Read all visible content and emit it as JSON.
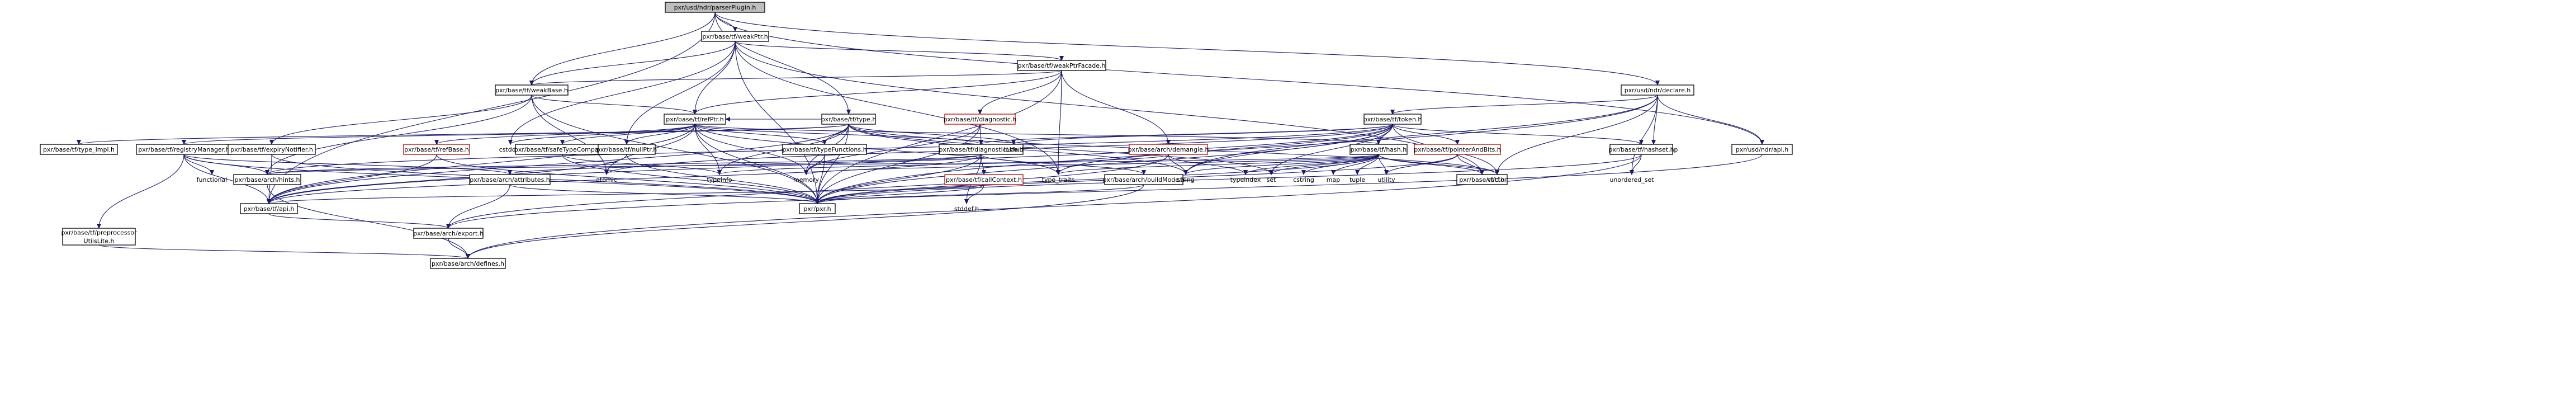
{
  "diagram": {
    "colors": {
      "edge": "#191970",
      "root_fill": "#bfbfbf",
      "border": "#000000",
      "truncated_border": "#c00000"
    },
    "nodes": [
      {
        "id": "parserPlugin",
        "label": [
          "pxr/usd/ndr/parserPlugin.h"
        ],
        "style": "root"
      },
      {
        "id": "weakPtr",
        "label": [
          "pxr/base/tf/weakPtr.h"
        ],
        "style": "box"
      },
      {
        "id": "weakPtrFacade",
        "label": [
          "pxr/base/tf/weakPtrFacade.h"
        ],
        "style": "box"
      },
      {
        "id": "weakBase",
        "label": [
          "pxr/base/tf/weakBase.h"
        ],
        "style": "box"
      },
      {
        "id": "ndrDeclare",
        "label": [
          "pxr/usd/ndr/declare.h"
        ],
        "style": "box"
      },
      {
        "id": "refPtr",
        "label": [
          "pxr/base/tf/refPtr.h"
        ],
        "style": "box"
      },
      {
        "id": "tfType",
        "label": [
          "pxr/base/tf/type.h"
        ],
        "style": "box"
      },
      {
        "id": "tfDiagnostic",
        "label": [
          "pxr/base/tf/diagnostic.h"
        ],
        "style": "red"
      },
      {
        "id": "tfToken",
        "label": [
          "pxr/base/tf/token.h"
        ],
        "style": "box"
      },
      {
        "id": "ndrApi",
        "label": [
          "pxr/usd/ndr/api.h"
        ],
        "style": "box"
      },
      {
        "id": "unordered_map",
        "label": [
          "unordered_map"
        ],
        "style": "plain"
      },
      {
        "id": "typeImpl",
        "label": [
          "pxr/base/tf/type_Impl.h"
        ],
        "style": "box"
      },
      {
        "id": "registryManager",
        "label": [
          "pxr/base/tf/registryManager.h"
        ],
        "style": "box"
      },
      {
        "id": "expiryNotifier",
        "label": [
          "pxr/base/tf/expiryNotifier.h"
        ],
        "style": "box"
      },
      {
        "id": "cstddef",
        "label": [
          "cstddef"
        ],
        "style": "plain"
      },
      {
        "id": "refBase",
        "label": [
          "pxr/base/tf/refBase.h"
        ],
        "style": "red"
      },
      {
        "id": "safeTypeCompare",
        "label": [
          "pxr/base/tf/safeTypeCompare.h"
        ],
        "style": "box"
      },
      {
        "id": "nullPtr",
        "label": [
          "pxr/base/tf/nullPtr.h"
        ],
        "style": "box"
      },
      {
        "id": "typeFunctions",
        "label": [
          "pxr/base/tf/typeFunctions.h"
        ],
        "style": "box"
      },
      {
        "id": "diagnosticLite",
        "label": [
          "pxr/base/tf/diagnosticLite.h"
        ],
        "style": "box"
      },
      {
        "id": "iosfwd",
        "label": [
          "iosfwd"
        ],
        "style": "plain"
      },
      {
        "id": "archDemangle",
        "label": [
          "pxr/base/arch/demangle.h"
        ],
        "style": "red"
      },
      {
        "id": "tfHash",
        "label": [
          "pxr/base/tf/hash.h"
        ],
        "style": "box"
      },
      {
        "id": "pointerAndBits",
        "label": [
          "pxr/base/tf/pointerAndBits.h"
        ],
        "style": "red"
      },
      {
        "id": "hashset",
        "label": [
          "pxr/base/tf/hashset.h"
        ],
        "style": "box"
      },
      {
        "id": "functional",
        "label": [
          "functional"
        ],
        "style": "plain"
      },
      {
        "id": "archHints",
        "label": [
          "pxr/base/arch/hints.h"
        ],
        "style": "box"
      },
      {
        "id": "archAttributes",
        "label": [
          "pxr/base/arch/attributes.h"
        ],
        "style": "box"
      },
      {
        "id": "atomic",
        "label": [
          "atomic"
        ],
        "style": "plain"
      },
      {
        "id": "typeinfo",
        "label": [
          "typeinfo"
        ],
        "style": "plain"
      },
      {
        "id": "memory",
        "label": [
          "memory"
        ],
        "style": "plain"
      },
      {
        "id": "callContext",
        "label": [
          "pxr/base/tf/callContext.h"
        ],
        "style": "red"
      },
      {
        "id": "type_traits",
        "label": [
          "type_traits"
        ],
        "style": "plain"
      },
      {
        "id": "buildMode",
        "label": [
          "pxr/base/arch/buildMode.h"
        ],
        "style": "box"
      },
      {
        "id": "string",
        "label": [
          "string"
        ],
        "style": "plain"
      },
      {
        "id": "typeindex",
        "label": [
          "typeindex"
        ],
        "style": "plain"
      },
      {
        "id": "set",
        "label": [
          "set"
        ],
        "style": "plain"
      },
      {
        "id": "cstring",
        "label": [
          "cstring"
        ],
        "style": "plain"
      },
      {
        "id": "map",
        "label": [
          "map"
        ],
        "style": "plain"
      },
      {
        "id": "tuple",
        "label": [
          "tuple"
        ],
        "style": "plain"
      },
      {
        "id": "utility",
        "label": [
          "utility"
        ],
        "style": "plain"
      },
      {
        "id": "tfTf",
        "label": [
          "pxr/base/tf/tf.h"
        ],
        "style": "box"
      },
      {
        "id": "vector",
        "label": [
          "vector"
        ],
        "style": "plain"
      },
      {
        "id": "unordered_set",
        "label": [
          "unordered_set"
        ],
        "style": "plain"
      },
      {
        "id": "tfApi",
        "label": [
          "pxr/base/tf/api.h"
        ],
        "style": "box"
      },
      {
        "id": "pxrH",
        "label": [
          "pxr/pxr.h"
        ],
        "style": "box"
      },
      {
        "id": "stddef",
        "label": [
          "stddef.h"
        ],
        "style": "plain"
      },
      {
        "id": "preprocessorUtilsLite",
        "label": [
          "pxr/base/tf/preprocessor",
          "UtilsLite.h"
        ],
        "style": "box"
      },
      {
        "id": "archExport",
        "label": [
          "pxr/base/arch/export.h"
        ],
        "style": "box"
      },
      {
        "id": "archDefines",
        "label": [
          "pxr/base/arch/defines.h"
        ],
        "style": "box"
      }
    ],
    "edges": [
      [
        "parserPlugin",
        "weakPtr"
      ],
      [
        "parserPlugin",
        "weakBase"
      ],
      [
        "parserPlugin",
        "tfType"
      ],
      [
        "parserPlugin",
        "ndrDeclare"
      ],
      [
        "parserPlugin",
        "ndrApi"
      ],
      [
        "parserPlugin",
        "tfApi"
      ],
      [
        "weakPtr",
        "weakPtrFacade"
      ],
      [
        "weakPtr",
        "weakBase"
      ],
      [
        "weakPtr",
        "refPtr"
      ],
      [
        "weakPtr",
        "nullPtr"
      ],
      [
        "weakPtr",
        "cstddef"
      ],
      [
        "weakPtr",
        "type_traits"
      ],
      [
        "weakPtr",
        "pxrH"
      ],
      [
        "weakPtr",
        "tfTf"
      ],
      [
        "weakPtrFacade",
        "weakBase"
      ],
      [
        "weakPtrFacade",
        "tfDiagnostic"
      ],
      [
        "weakPtrFacade",
        "archDemangle"
      ],
      [
        "weakPtrFacade",
        "refPtr"
      ],
      [
        "weakPtrFacade",
        "type_traits"
      ],
      [
        "weakPtrFacade",
        "pxrH"
      ],
      [
        "weakBase",
        "refPtr"
      ],
      [
        "weakBase",
        "expiryNotifier"
      ],
      [
        "weakBase",
        "archHints"
      ],
      [
        "weakBase",
        "atomic"
      ],
      [
        "weakBase",
        "pxrH"
      ],
      [
        "ndrDeclare",
        "tfToken"
      ],
      [
        "ndrDeclare",
        "unordered_map"
      ],
      [
        "ndrDeclare",
        "unordered_set"
      ],
      [
        "ndrDeclare",
        "vector"
      ],
      [
        "ndrDeclare",
        "string"
      ],
      [
        "ndrDeclare",
        "ndrApi"
      ],
      [
        "ndrDeclare",
        "pxrH"
      ],
      [
        "refPtr",
        "refBase"
      ],
      [
        "refPtr",
        "safeTypeCompare"
      ],
      [
        "refPtr",
        "nullPtr"
      ],
      [
        "refPtr",
        "typeFunctions"
      ],
      [
        "refPtr",
        "diagnosticLite"
      ],
      [
        "refPtr",
        "tfApi"
      ],
      [
        "refPtr",
        "tfHash"
      ],
      [
        "refPtr",
        "typeinfo"
      ],
      [
        "refPtr",
        "type_traits"
      ],
      [
        "refPtr",
        "cstddef"
      ],
      [
        "refPtr",
        "atomic"
      ],
      [
        "refPtr",
        "memory"
      ],
      [
        "refPtr",
        "pxrH"
      ],
      [
        "tfType",
        "typeImpl"
      ],
      [
        "tfType",
        "registryManager"
      ],
      [
        "tfType",
        "refPtr"
      ],
      [
        "tfType",
        "typeFunctions"
      ],
      [
        "tfType",
        "iosfwd"
      ],
      [
        "tfType",
        "memory"
      ],
      [
        "tfType",
        "set"
      ],
      [
        "tfType",
        "string"
      ],
      [
        "tfType",
        "typeinfo"
      ],
      [
        "tfType",
        "vector"
      ],
      [
        "tfType",
        "tfApi"
      ],
      [
        "tfType",
        "pxrH"
      ],
      [
        "tfDiagnostic",
        "diagnosticLite"
      ],
      [
        "tfDiagnostic",
        "memory"
      ],
      [
        "tfDiagnostic",
        "pxrH"
      ],
      [
        "tfToken",
        "diagnosticLite"
      ],
      [
        "tfToken",
        "tfHash"
      ],
      [
        "tfToken",
        "pointerAndBits"
      ],
      [
        "tfToken",
        "hashset"
      ],
      [
        "tfToken",
        "iosfwd"
      ],
      [
        "tfToken",
        "string"
      ],
      [
        "tfToken",
        "vector"
      ],
      [
        "tfToken",
        "set"
      ],
      [
        "tfToken",
        "type_traits"
      ],
      [
        "tfToken",
        "tfApi"
      ],
      [
        "tfToken",
        "pxrH"
      ],
      [
        "tfToken",
        "archHints"
      ],
      [
        "tfToken",
        "atomic"
      ],
      [
        "ndrApi",
        "archExport"
      ],
      [
        "registryManager",
        "functional"
      ],
      [
        "registryManager",
        "archHints"
      ],
      [
        "registryManager",
        "archAttributes"
      ],
      [
        "registryManager",
        "tfApi"
      ],
      [
        "registryManager",
        "preprocessorUtilsLite"
      ],
      [
        "registryManager",
        "pxrH"
      ],
      [
        "expiryNotifier",
        "tfApi"
      ],
      [
        "expiryNotifier",
        "pxrH"
      ],
      [
        "refBase",
        "tfApi"
      ],
      [
        "refBase",
        "pxrH"
      ],
      [
        "safeTypeCompare",
        "typeinfo"
      ],
      [
        "safeTypeCompare",
        "pxrH"
      ],
      [
        "nullPtr",
        "tfApi"
      ],
      [
        "nullPtr",
        "pxrH"
      ],
      [
        "typeFunctions",
        "memory"
      ],
      [
        "typeFunctions",
        "pxrH"
      ],
      [
        "diagnosticLite",
        "callContext"
      ],
      [
        "diagnosticLite",
        "archAttributes"
      ],
      [
        "diagnosticLite",
        "buildMode"
      ],
      [
        "diagnosticLite",
        "archHints"
      ],
      [
        "diagnosticLite",
        "tfApi"
      ],
      [
        "diagnosticLite",
        "stddef"
      ],
      [
        "diagnosticLite",
        "pxrH"
      ],
      [
        "archDemangle",
        "typeinfo"
      ],
      [
        "archDemangle",
        "typeindex"
      ],
      [
        "archDemangle",
        "string"
      ],
      [
        "archDemangle",
        "archExport"
      ],
      [
        "tfHash",
        "archHints"
      ],
      [
        "tfHash",
        "tfTf"
      ],
      [
        "tfHash",
        "cstring"
      ],
      [
        "tfHash",
        "map"
      ],
      [
        "tfHash",
        "memory"
      ],
      [
        "tfHash",
        "set"
      ],
      [
        "tfHash",
        "string"
      ],
      [
        "tfHash",
        "tuple"
      ],
      [
        "tfHash",
        "typeindex"
      ],
      [
        "tfHash",
        "type_traits"
      ],
      [
        "tfHash",
        "utility"
      ],
      [
        "tfHash",
        "vector"
      ],
      [
        "tfHash",
        "pxrH"
      ],
      [
        "pointerAndBits",
        "tfTf"
      ],
      [
        "pointerAndBits",
        "utility"
      ],
      [
        "pointerAndBits",
        "pxrH"
      ],
      [
        "hashset",
        "unordered_set"
      ],
      [
        "hashset",
        "archDefines"
      ],
      [
        "hashset",
        "pxrH"
      ],
      [
        "archHints",
        "archDefines"
      ],
      [
        "archAttributes",
        "archExport"
      ],
      [
        "archAttributes",
        "pxrH"
      ],
      [
        "callContext",
        "tfApi"
      ],
      [
        "callContext",
        "pxrH"
      ],
      [
        "callContext",
        "stddef"
      ],
      [
        "buildMode",
        "archDefines"
      ],
      [
        "buildMode",
        "pxrH"
      ],
      [
        "tfApi",
        "archExport"
      ],
      [
        "preprocessorUtilsLite",
        "archDefines"
      ],
      [
        "archExport",
        "archDefines"
      ]
    ]
  }
}
